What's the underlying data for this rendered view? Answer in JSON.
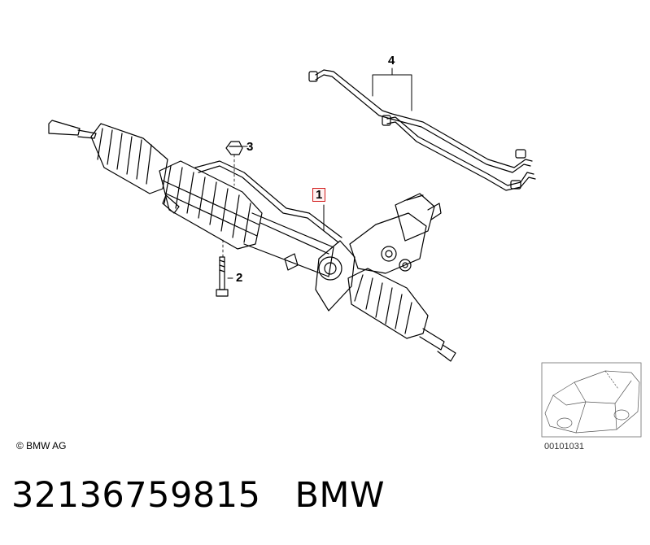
{
  "callouts": {
    "part_1": "1",
    "part_2": "2",
    "part_3": "3",
    "part_4": "4"
  },
  "copyright": "© BMW AG",
  "diagram_code": "00101031",
  "footer": {
    "part_number": "32136759815",
    "brand": "BMW"
  },
  "colors": {
    "highlight_border": "#d11a1a",
    "line": "#000000"
  },
  "icons": [
    "steering-rack-drawing",
    "feed-line-drawing",
    "car-thumbnail-icon"
  ]
}
